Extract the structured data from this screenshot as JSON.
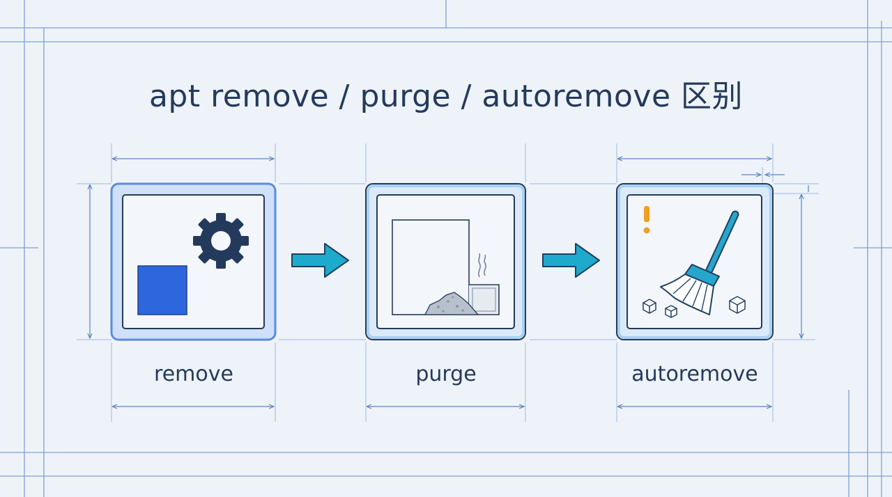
{
  "title": "apt remove / purge / autoremove 区别",
  "steps": [
    {
      "label": "remove",
      "icon": "gear-and-square-icon",
      "frame_color": "#5b8be0"
    },
    {
      "label": "purge",
      "icon": "rubble-trash-icon",
      "frame_color": "#8fc3ee"
    },
    {
      "label": "autoremove",
      "icon": "broom-sweep-icon",
      "frame_color": "#8fc3ee"
    }
  ],
  "connectors": [
    {
      "icon": "right-arrow-icon"
    },
    {
      "icon": "right-arrow-icon"
    }
  ],
  "colors": {
    "background": "#eef3f9",
    "blueprint_line": "#5a85c8",
    "text": "#243a5c",
    "accent_blue": "#2e66de",
    "arrow_teal": "#1eaacc",
    "warning": "#f0a020"
  }
}
